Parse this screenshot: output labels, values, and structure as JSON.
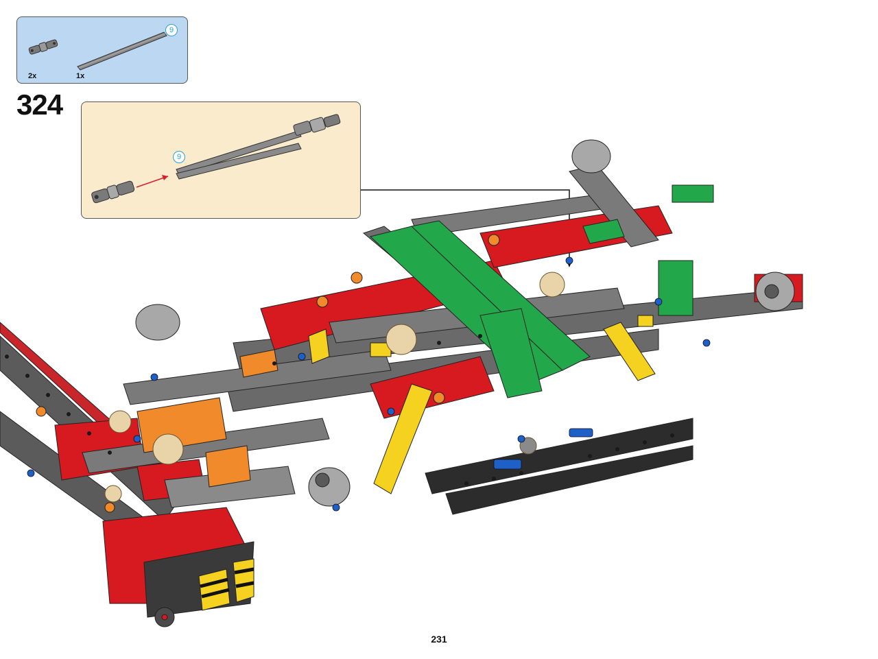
{
  "parts_list": {
    "items": [
      {
        "part": "universal-joint",
        "quantity": "2x"
      },
      {
        "part": "axle",
        "quantity": "1x",
        "length": "9"
      }
    ]
  },
  "step": {
    "number": "324"
  },
  "sub_assembly": {
    "axle_length": "9"
  },
  "page_number": "231",
  "colors": {
    "parts_box_bg": "#bcd7f2",
    "sub_box_bg": "#faebcd",
    "badge": "#2a9fd8",
    "arrow": "#d6202a",
    "red": "#d71920",
    "green": "#22a84a",
    "yellow": "#f4d21f",
    "orange": "#f08a2a",
    "gray": "#6b6b6b",
    "dark": "#2a2a2a"
  }
}
